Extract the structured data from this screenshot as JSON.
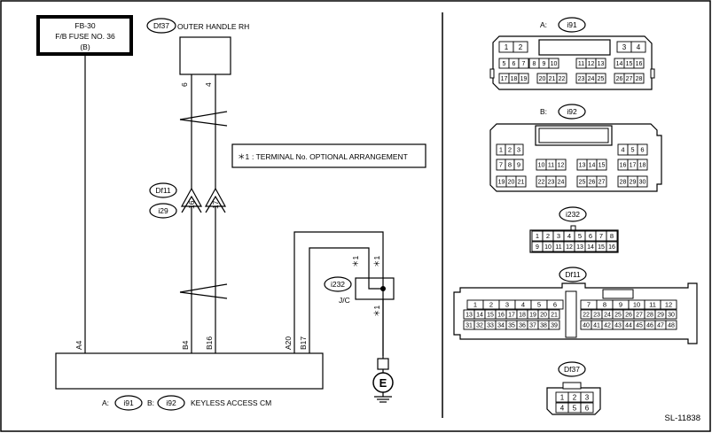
{
  "fuse": {
    "line1": "FB-30",
    "line2": "F/B FUSE NO. 36",
    "line3": "(B)"
  },
  "outer_handle": {
    "ref": "Df37",
    "label": "OUTER HANDLE RH",
    "pin6": "6",
    "pin4": "4"
  },
  "note": {
    "star": "＊1",
    "text": ": TERMINAL No. OPTIONAL ARRANGEMENT"
  },
  "connector_refs": {
    "df11": "Df11",
    "i29": "i29",
    "pin16": "16",
    "pin17": "17"
  },
  "jc": {
    "ref": "i232",
    "label": "J/C",
    "star": "＊1"
  },
  "cm_pins": {
    "a4": "A4",
    "b4": "B4",
    "b16": "B16",
    "a20": "A20",
    "b17": "B17"
  },
  "cm_label": {
    "a": "A:",
    "a_ref": "i91",
    "b": "B:",
    "b_ref": "i92",
    "name": "KEYLESS ACCESS CM"
  },
  "ground": {
    "symbol": "E"
  },
  "connectors": {
    "i91": {
      "label": "A:",
      "ref": "i91",
      "r1a": [
        "1",
        "2"
      ],
      "r1b": [
        "3",
        "4"
      ],
      "r2a": [
        "5",
        "6",
        "7"
      ],
      "r2b": [
        "8",
        "9",
        "10"
      ],
      "r2c": [
        "11",
        "12",
        "13"
      ],
      "r2d": [
        "14",
        "15",
        "16"
      ],
      "r3a": [
        "17",
        "18",
        "19"
      ],
      "r3b": [
        "20",
        "21",
        "22"
      ],
      "r3c": [
        "23",
        "24",
        "25"
      ],
      "r3d": [
        "26",
        "27",
        "28"
      ]
    },
    "i92": {
      "label": "B:",
      "ref": "i92",
      "r1a": [
        "1",
        "2",
        "3"
      ],
      "r1b": [
        "4",
        "5",
        "6"
      ],
      "r2a": [
        "7",
        "8",
        "9"
      ],
      "r2b": [
        "10",
        "11",
        "12"
      ],
      "r2c": [
        "13",
        "14",
        "15"
      ],
      "r2d": [
        "16",
        "17",
        "18"
      ],
      "r3a": [
        "19",
        "20",
        "21"
      ],
      "r3b": [
        "22",
        "23",
        "24"
      ],
      "r3c": [
        "25",
        "26",
        "27"
      ],
      "r3d": [
        "28",
        "29",
        "30"
      ]
    },
    "i232": {
      "ref": "i232",
      "r1": [
        "1",
        "2",
        "3",
        "4",
        "5",
        "6",
        "7",
        "8"
      ],
      "r2": [
        "9",
        "10",
        "11",
        "12",
        "13",
        "14",
        "15",
        "16"
      ]
    },
    "df11": {
      "ref": "Df11",
      "l1": [
        "1",
        "2",
        "3",
        "4",
        "5",
        "6"
      ],
      "l2": [
        "13",
        "14",
        "15",
        "16",
        "17",
        "18",
        "19",
        "20",
        "21"
      ],
      "l3": [
        "31",
        "32",
        "33",
        "34",
        "35",
        "36",
        "37",
        "38",
        "39"
      ],
      "r1": [
        "7",
        "8",
        "9",
        "10",
        "11",
        "12"
      ],
      "r2": [
        "22",
        "23",
        "24",
        "25",
        "26",
        "27",
        "28",
        "29",
        "30"
      ],
      "r3": [
        "40",
        "41",
        "42",
        "43",
        "44",
        "45",
        "46",
        "47",
        "48"
      ]
    },
    "df37": {
      "ref": "Df37",
      "r1": [
        "1",
        "2",
        "3"
      ],
      "r2": [
        "4",
        "5",
        "6"
      ]
    }
  },
  "figure_id": "SL-11838"
}
